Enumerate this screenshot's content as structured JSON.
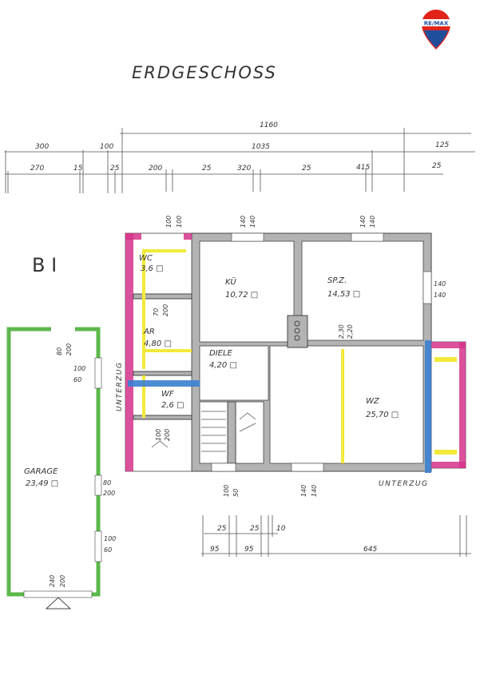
{
  "logo": {
    "text": "RE/MAX",
    "colors": {
      "red": "#e2231a",
      "blue": "#1f4e9c"
    }
  },
  "title": "ERDGESCHOSS",
  "section_marker": "B I",
  "dimensions_top": {
    "row1": [
      "1160"
    ],
    "row2": [
      "300",
      "100",
      "1035",
      "125"
    ],
    "row3": [
      "270",
      "15",
      "25",
      "200",
      "25",
      "320",
      "25",
      "415",
      "25"
    ]
  },
  "dimensions_bottom": {
    "row1": [
      "25",
      "25",
      "10"
    ],
    "row2": [
      "95",
      "95",
      "645"
    ]
  },
  "rooms": [
    {
      "name": "WC",
      "area": "3,6 □"
    },
    {
      "name": "KÜ",
      "area": "10,72 □"
    },
    {
      "name": "SP.Z.",
      "area": "14,53 □"
    },
    {
      "name": "AR",
      "area": "4,80 □"
    },
    {
      "name": "DIELE",
      "area": "4,20 □"
    },
    {
      "name": "WF",
      "area": "2,6 □"
    },
    {
      "name": "WZ",
      "area": "25,70 □"
    },
    {
      "name": "GARAGE",
      "area": "23,49 □"
    }
  ],
  "openings": {
    "wc_top": [
      "100",
      "100"
    ],
    "ku_top": [
      "140",
      "140"
    ],
    "spz_top": [
      "140",
      "140"
    ],
    "spz_right": [
      "140",
      "140"
    ],
    "ar_door": [
      "70",
      "200"
    ],
    "spz_wz": [
      "2,30",
      "2,20"
    ],
    "lower_room": [
      "100",
      "200"
    ],
    "bottom_left": [
      "100",
      "50"
    ],
    "bottom_wz": [
      "140",
      "140"
    ],
    "garage_door_top": [
      "80",
      "200"
    ],
    "garage_win1": [
      "100",
      "60"
    ],
    "garage_door_side": [
      "80",
      "200"
    ],
    "garage_win2": [
      "100",
      "60"
    ],
    "garage_gate": [
      "240",
      "200"
    ]
  },
  "labels": {
    "unterzug_left": "UNTERZUG",
    "unterzug_bottom": "UNTERZUG"
  },
  "colors": {
    "magenta": "#d6338a",
    "green": "#5cb84a",
    "yellow": "#f2ea3a",
    "blue": "#3a7fd0",
    "wall": "#b3b3b3"
  }
}
